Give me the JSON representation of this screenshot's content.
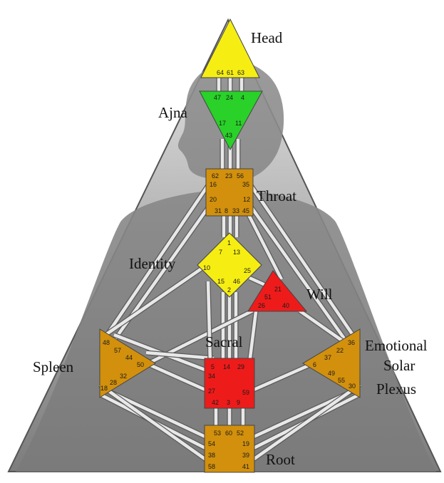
{
  "colors": {
    "defined_yellow": "#f6ee12",
    "defined_green": "#29d129",
    "defined_red": "#ee1b1b",
    "undefined_orange": "#d2900c",
    "channel": "#e8e8e8",
    "background_gray": "#9c9c9c",
    "silhouette": "#8a8a8a"
  },
  "centers": {
    "head": {
      "label": "Head",
      "color": "defined_yellow",
      "gates": [
        "64",
        "61",
        "63"
      ]
    },
    "ajna": {
      "label": "Ajna",
      "color": "defined_green",
      "gates": [
        "47",
        "24",
        "4",
        "17",
        "11",
        "43"
      ]
    },
    "throat": {
      "label": "Throat",
      "color": "undefined_orange",
      "gates": [
        "62",
        "23",
        "56",
        "16",
        "35",
        "20",
        "12",
        "31",
        "8",
        "33",
        "45"
      ]
    },
    "identity": {
      "label": "Identity",
      "color": "defined_yellow",
      "gates": [
        "1",
        "7",
        "13",
        "10",
        "25",
        "15",
        "46",
        "2"
      ]
    },
    "will": {
      "label": "Will",
      "color": "defined_red",
      "gates": [
        "21",
        "51",
        "26",
        "40"
      ]
    },
    "sacral": {
      "label": "Sacral",
      "color": "defined_red",
      "gates": [
        "5",
        "14",
        "29",
        "34",
        "27",
        "59",
        "42",
        "3",
        "9"
      ]
    },
    "spleen": {
      "label": "Spleen",
      "color": "undefined_orange",
      "gates": [
        "48",
        "57",
        "44",
        "50",
        "32",
        "28",
        "18"
      ]
    },
    "solar_plexus": {
      "label_lines": [
        "Emotional",
        "Solar",
        "Plexus"
      ],
      "color": "undefined_orange",
      "gates": [
        "36",
        "22",
        "37",
        "6",
        "49",
        "55",
        "30"
      ]
    },
    "root": {
      "label": "Root",
      "color": "undefined_orange",
      "gates": [
        "53",
        "60",
        "52",
        "54",
        "19",
        "38",
        "39",
        "58",
        "41"
      ]
    }
  }
}
